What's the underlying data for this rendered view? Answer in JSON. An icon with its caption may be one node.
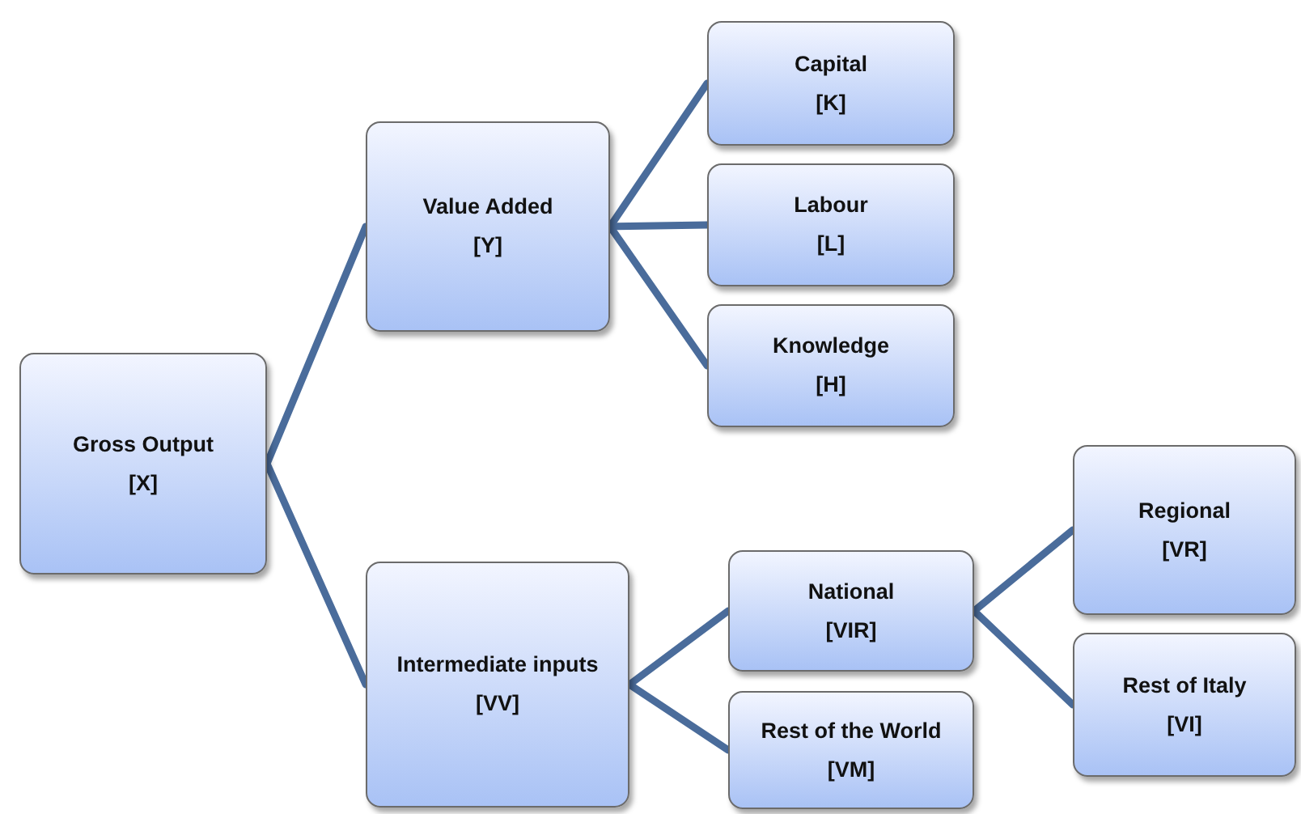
{
  "diagram": {
    "nodes": [
      {
        "text": [
          "Gross Output",
          "[X]"
        ]
      },
      {
        "text": [
          "Value Added",
          "[Y]"
        ]
      },
      {
        "text": [
          "Capital",
          "[K]"
        ]
      },
      {
        "text": [
          "Labour",
          "[L]"
        ]
      },
      {
        "text": [
          "Knowledge",
          "[H]"
        ]
      },
      {
        "text": [
          "Intermediate inputs",
          "[VV]"
        ]
      },
      {
        "text": [
          "National",
          "[VIR]"
        ]
      },
      {
        "text": [
          "Rest of the World",
          "[VM]"
        ]
      },
      {
        "text": [
          "Regional",
          "[VR]"
        ]
      },
      {
        "text": [
          "Rest of Italy",
          "[VI]"
        ]
      }
    ],
    "edges": [
      {
        "from": 0,
        "to": 1,
        "arrow": "none"
      },
      {
        "from": 0,
        "to": 5,
        "arrow": "none"
      },
      {
        "from": 1,
        "to": 2,
        "arrow": "none"
      },
      {
        "from": 1,
        "to": 3,
        "arrow": "none"
      },
      {
        "from": 1,
        "to": 4,
        "arrow": "none"
      },
      {
        "from": 5,
        "to": 6,
        "arrow": "none"
      },
      {
        "from": 5,
        "to": 7,
        "arrow": "none"
      },
      {
        "from": 6,
        "to": 8,
        "arrow": "none"
      },
      {
        "from": 6,
        "to": 9,
        "arrow": "none"
      }
    ]
  }
}
